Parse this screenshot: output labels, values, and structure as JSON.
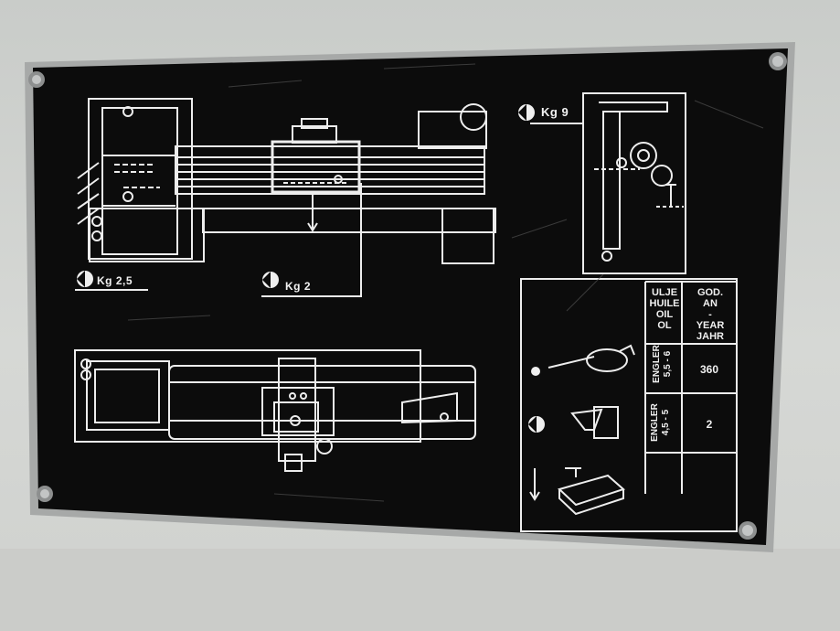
{
  "plate": {
    "labels": {
      "kg_9": "Kg 9",
      "kg_2_5": "Kg 2,5",
      "kg_2": "Kg 2"
    },
    "table": {
      "col1_header": [
        "ULJE",
        "HUILE",
        "OIL",
        "OL"
      ],
      "col2_header": [
        "GOD.",
        "AN",
        "-",
        "YEAR",
        "JAHR"
      ],
      "row1_viscosity": "ENGLER\n5,5 - 6",
      "row1_interval": "360",
      "row2_viscosity": "ENGLER\n4,5 - 5",
      "row2_interval": "2"
    }
  },
  "colors": {
    "plate_background": "#0d0d0d",
    "line_art": "#efefef",
    "wall": "#d3d5d2",
    "frame": "#a9abaa"
  },
  "icons": [
    "oil-can-icon",
    "oil-cup-icon",
    "tray-icon",
    "tap-icon",
    "drain-arrow-icon",
    "lubrication-point-icon"
  ]
}
